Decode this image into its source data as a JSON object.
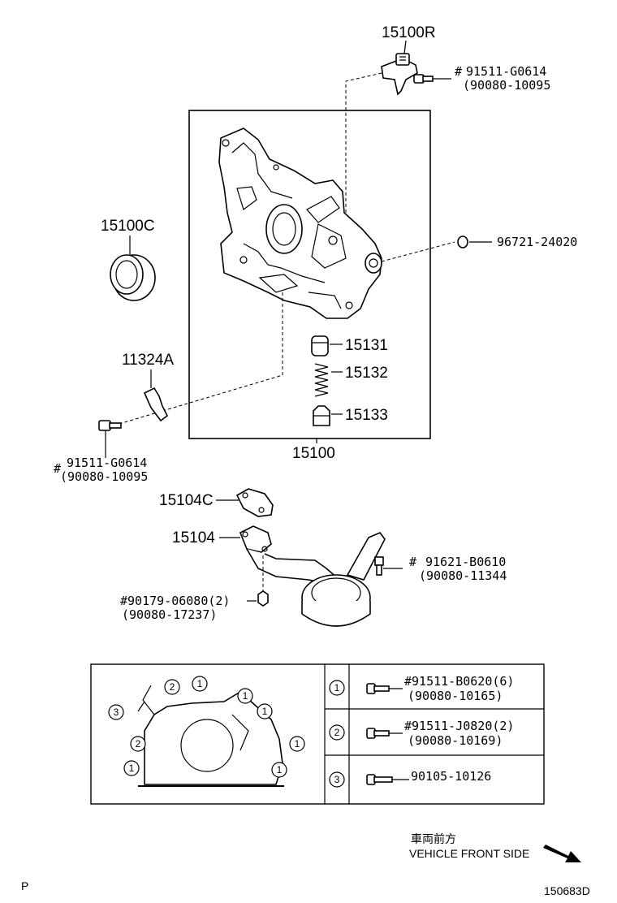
{
  "parts": {
    "p15100R": "15100R",
    "bolt_top_a": "91511-G0614",
    "bolt_top_b": "(90080-10095",
    "p15100C": "15100C",
    "p96721": "96721-24020",
    "p11324A": "11324A",
    "p15131": "15131",
    "p15132": "15132",
    "p15133": "15133",
    "p15100": "15100",
    "bolt_left_a": "91511-G0614",
    "bolt_left_b": "(90080-10095",
    "p15104C": "15104C",
    "p15104": "15104",
    "bolt_right_a": "91621-B0610",
    "bolt_right_b": "(90080-11344",
    "nut_a": "#90179-06080(2)",
    "nut_b": "(90080-17237)",
    "hash": "#"
  },
  "legend_table": {
    "rows": [
      {
        "key": "1",
        "part_a": "#91511-B0620(6)",
        "part_b": "(90080-10165)"
      },
      {
        "key": "2",
        "part_a": "#91511-J0820(2)",
        "part_b": "(90080-10169)"
      },
      {
        "key": "3",
        "part_a": "90105-10126",
        "part_b": ""
      }
    ]
  },
  "direction": {
    "jp": "車両前方",
    "en": "VEHICLE FRONT SIDE"
  },
  "footer": {
    "page_mark": "P",
    "code": "150683D"
  }
}
